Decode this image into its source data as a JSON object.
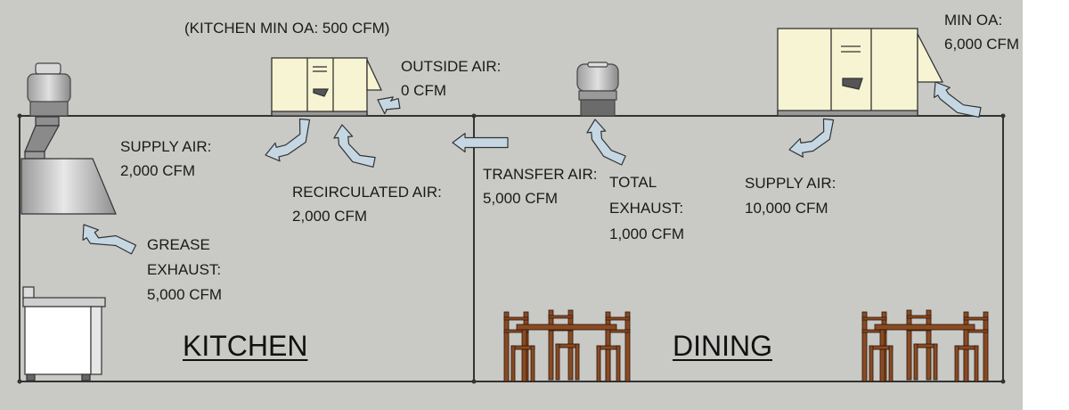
{
  "colors": {
    "background": "#c9c9c5",
    "wall": "#333333",
    "unit_fill": "#f6f4d2",
    "arrow_fill": "#c5d7e3",
    "wood": "#8a4a22",
    "hood_metal": "#a9a9a9"
  },
  "labels": {
    "kitchen_min_oa": "(KITCHEN MIN OA: 500 CFM)",
    "outside_air_title": "OUTSIDE AIR:",
    "outside_air_value": "0 CFM",
    "min_oa_title": "MIN OA:",
    "min_oa_value": "6,000 CFM",
    "kitchen_supply_title": "SUPPLY AIR:",
    "kitchen_supply_value": "2,000 CFM",
    "recirc_title": "RECIRCULATED AIR:",
    "recirc_value": "2,000 CFM",
    "transfer_title": "TRANSFER AIR:",
    "transfer_value": "5,000 CFM",
    "total_exhaust_line1": "TOTAL",
    "total_exhaust_line2": "EXHAUST:",
    "total_exhaust_value": "1,000 CFM",
    "dining_supply_title": "SUPPLY AIR:",
    "dining_supply_value": "10,000 CFM",
    "grease_line1": "GREASE",
    "grease_line2": "EXHAUST:",
    "grease_value": "5,000 CFM"
  },
  "rooms": {
    "kitchen": "KITCHEN",
    "dining": "DINING"
  },
  "icons": [
    "grease-exhaust-fan-icon",
    "kitchen-hood-icon",
    "kitchen-rtu-icon",
    "dining-rtu-icon",
    "general-exhaust-fan-icon",
    "range-icon",
    "dining-table-icon",
    "airflow-arrow-icon"
  ]
}
